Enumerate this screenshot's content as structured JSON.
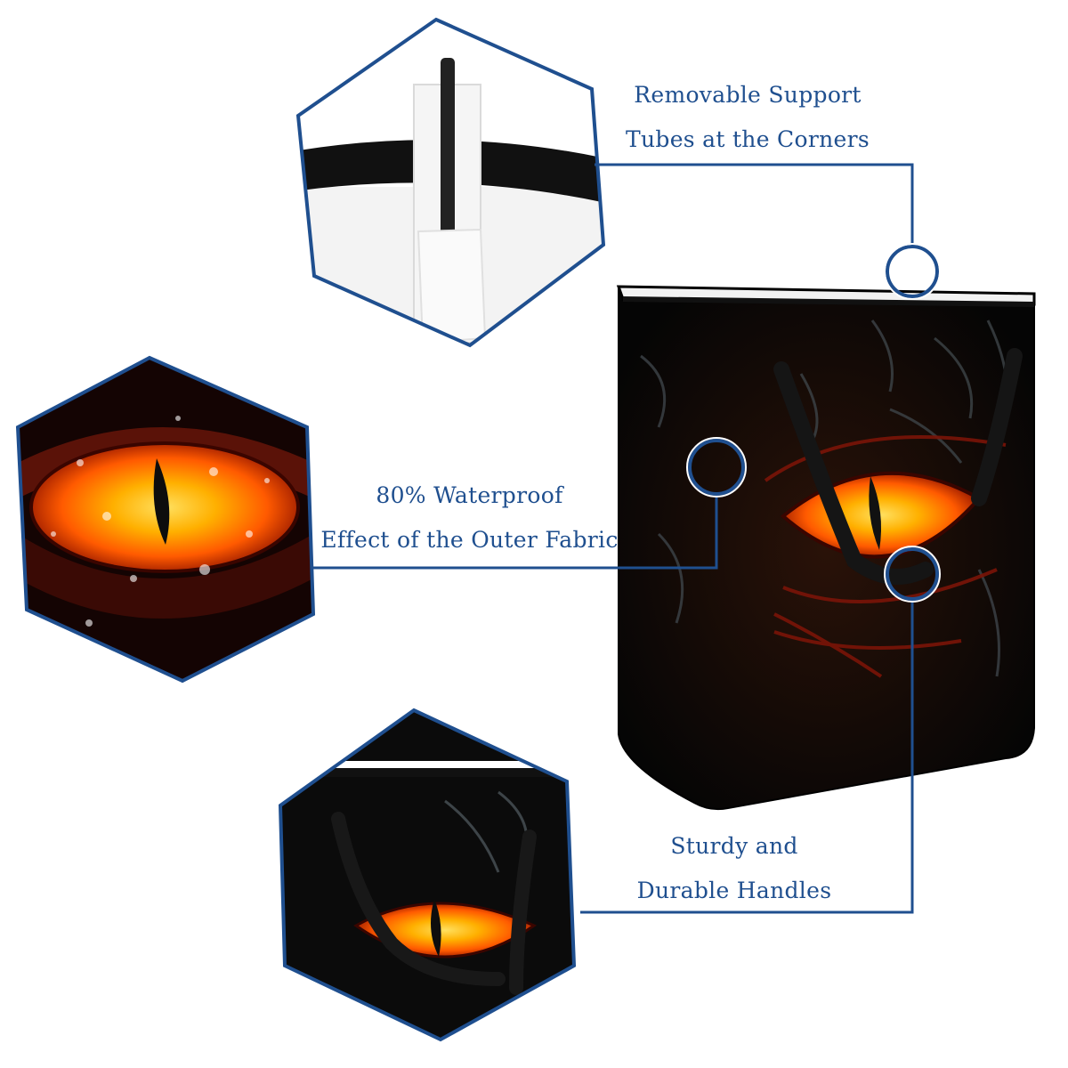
{
  "features": [
    {
      "id": "support-tubes",
      "lines": [
        "Removable Support",
        "Tubes at the Corners"
      ]
    },
    {
      "id": "waterproof",
      "lines": [
        "80% Waterproof",
        "Effect of the Outer Fabric"
      ]
    },
    {
      "id": "handles",
      "lines": [
        "Sturdy and",
        "Durable Handles"
      ]
    }
  ],
  "colors": {
    "accent_blue": "#1f4f8f",
    "bag_black": "#0b0b0b",
    "eye_orange": "#ff6a00",
    "eye_yellow": "#ffd000",
    "eye_red": "#b31a00"
  },
  "icons": [
    "hexagon-callout-frame",
    "callout-circle-marker"
  ]
}
